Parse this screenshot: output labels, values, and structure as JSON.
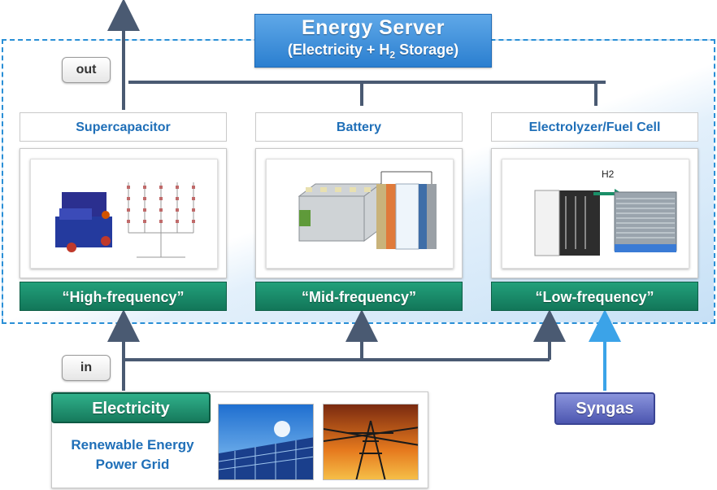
{
  "title": {
    "main": "Energy Server",
    "sub_prefix": "(Electricity  + H",
    "sub_subscript": "2",
    "sub_suffix": " Storage)"
  },
  "out_label": "out",
  "in_label": "in",
  "columns": [
    {
      "header": "Supercapacitor",
      "frequency": "“High-frequency”"
    },
    {
      "header": "Battery",
      "frequency": "“Mid-frequency”"
    },
    {
      "header": "Electrolyzer/Fuel Cell",
      "frequency": "“Low-frequency”",
      "image_label": "H2"
    }
  ],
  "inputs": {
    "electricity": {
      "label": "Electricity",
      "sources": [
        "Renewable Energy",
        "Power Grid"
      ]
    },
    "syngas": {
      "label": "Syngas"
    }
  },
  "colors": {
    "connector": "#4a5a72",
    "syngas_connector": "#3ba3e8",
    "title_blue": "#2b7fd0",
    "frequency_green": "#167a5c",
    "syngas_purple": "#4c56b0",
    "header_text": "#1f6fb8"
  }
}
